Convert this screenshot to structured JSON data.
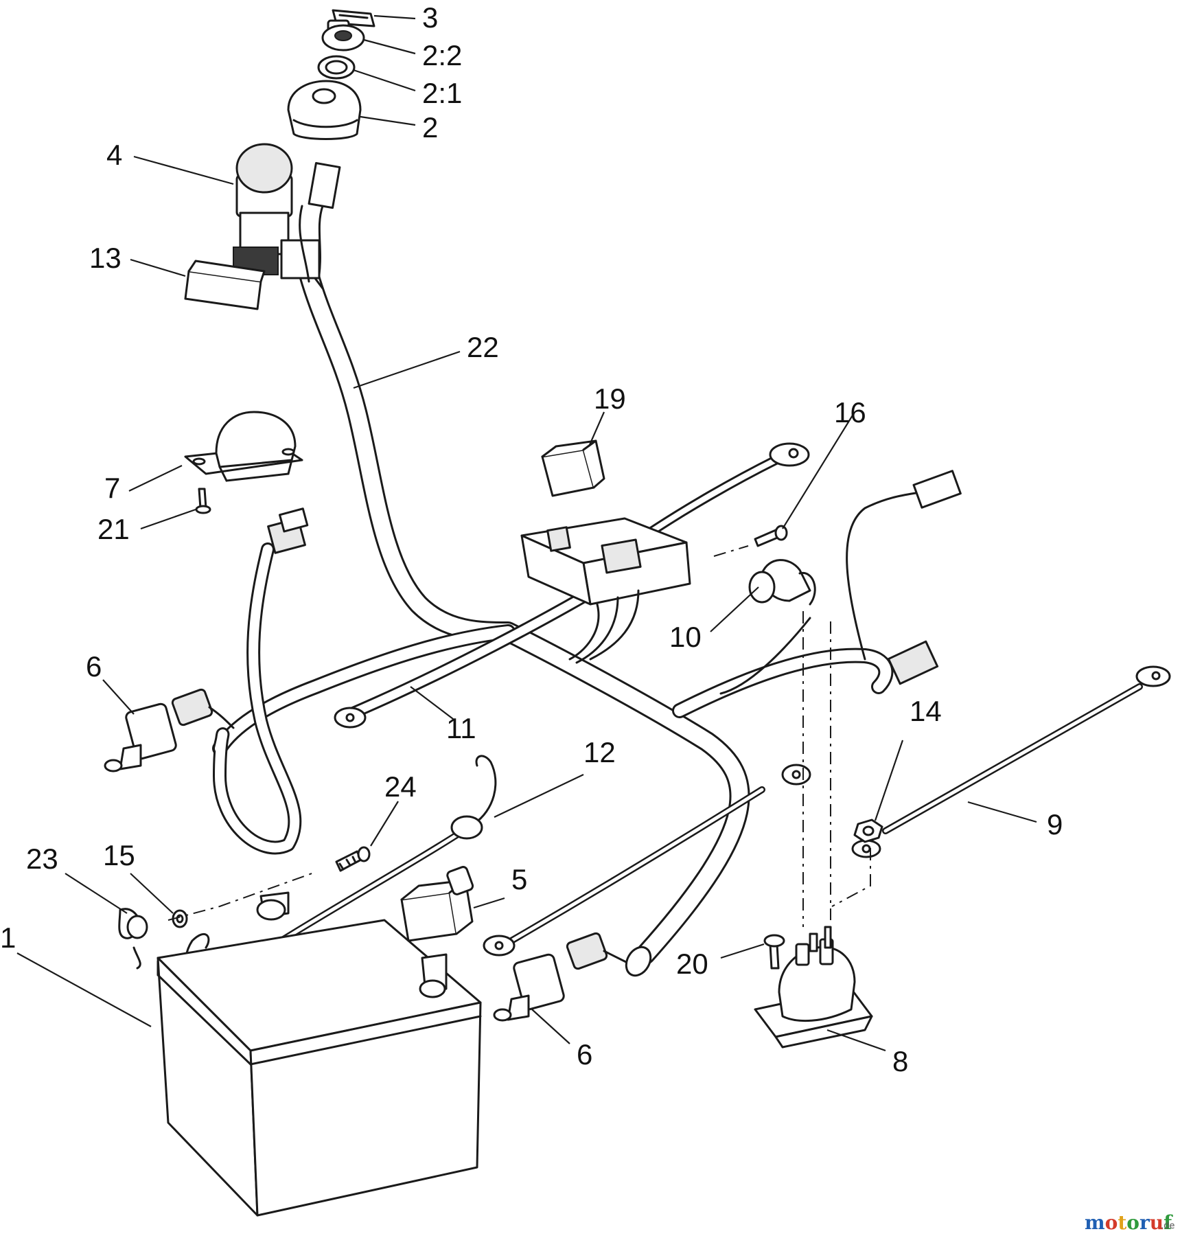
{
  "diagram": {
    "callouts": [
      {
        "id": "c3",
        "label": "3"
      },
      {
        "id": "c2-2",
        "label": "2:2"
      },
      {
        "id": "c2-1",
        "label": "2:1"
      },
      {
        "id": "c2",
        "label": "2"
      },
      {
        "id": "c4",
        "label": "4"
      },
      {
        "id": "c13",
        "label": "13"
      },
      {
        "id": "c22",
        "label": "22"
      },
      {
        "id": "c19",
        "label": "19"
      },
      {
        "id": "c16",
        "label": "16"
      },
      {
        "id": "c7",
        "label": "7"
      },
      {
        "id": "c21",
        "label": "21"
      },
      {
        "id": "c10",
        "label": "10"
      },
      {
        "id": "c6a",
        "label": "6"
      },
      {
        "id": "c11",
        "label": "11"
      },
      {
        "id": "c14",
        "label": "14"
      },
      {
        "id": "c12",
        "label": "12"
      },
      {
        "id": "c24",
        "label": "24"
      },
      {
        "id": "c9",
        "label": "9"
      },
      {
        "id": "c23",
        "label": "23"
      },
      {
        "id": "c15",
        "label": "15"
      },
      {
        "id": "c5",
        "label": "5"
      },
      {
        "id": "c1",
        "label": "1"
      },
      {
        "id": "c20",
        "label": "20"
      },
      {
        "id": "c6b",
        "label": "6"
      },
      {
        "id": "c8",
        "label": "8"
      }
    ]
  },
  "watermark": {
    "letters": [
      "m",
      "o",
      "t",
      "o",
      "r",
      "u",
      "f"
    ],
    "letter_colors": [
      "#1f5fb3",
      "#d43b2a",
      "#e0a21b",
      "#2f9a3c",
      "#1f5fb3",
      "#d43b2a",
      "#2f9a3c"
    ],
    "suffix": ".de"
  },
  "colors": {
    "line": "#1a1a1a",
    "background": "#ffffff"
  }
}
